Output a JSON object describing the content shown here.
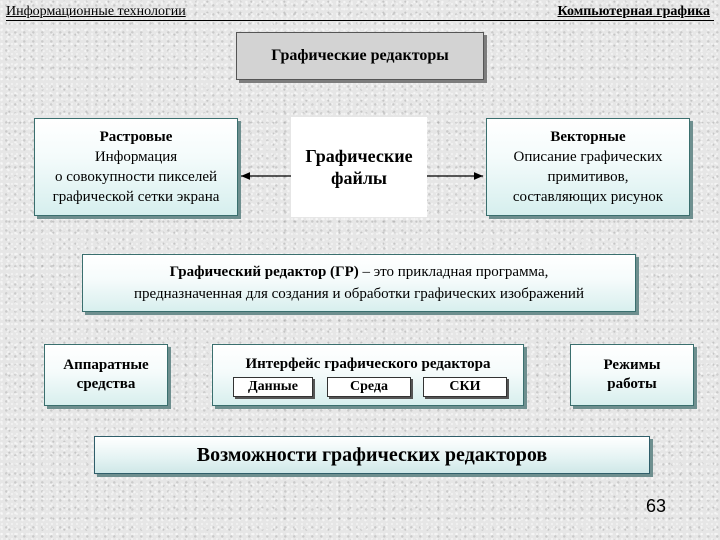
{
  "header": {
    "left": "Информационные технологии",
    "right": "Компьютерная графика"
  },
  "title": "Графические редакторы",
  "raster": {
    "heading": "Растровые",
    "lines": [
      "Информация",
      "о совокупности пикселей",
      "графической сетки экрана"
    ]
  },
  "files": {
    "lines": [
      "Графические",
      "файлы"
    ]
  },
  "vector": {
    "heading": "Векторные",
    "lines": [
      "Описание графических",
      "примитивов,",
      "составляющих рисунок"
    ]
  },
  "definition": {
    "term": "Графический редактор (ГР)",
    "rest": " – это прикладная программа,",
    "line2": "предназначенная для создания и обработки графических изображений"
  },
  "hardware": {
    "lines": [
      "Аппаратные",
      "средства"
    ]
  },
  "interface": {
    "title": "Интерфейс графического редактора",
    "items": [
      "Данные",
      "Среда",
      "СКИ"
    ]
  },
  "modes": {
    "lines": [
      "Режимы",
      "работы"
    ]
  },
  "capabilities": "Возможности графических редакторов",
  "page_number": "63",
  "colors": {
    "box_gray": "#d3d3d3",
    "box_teal_border": "#3a6f6e",
    "box_teal_fill": "#d6efee"
  }
}
